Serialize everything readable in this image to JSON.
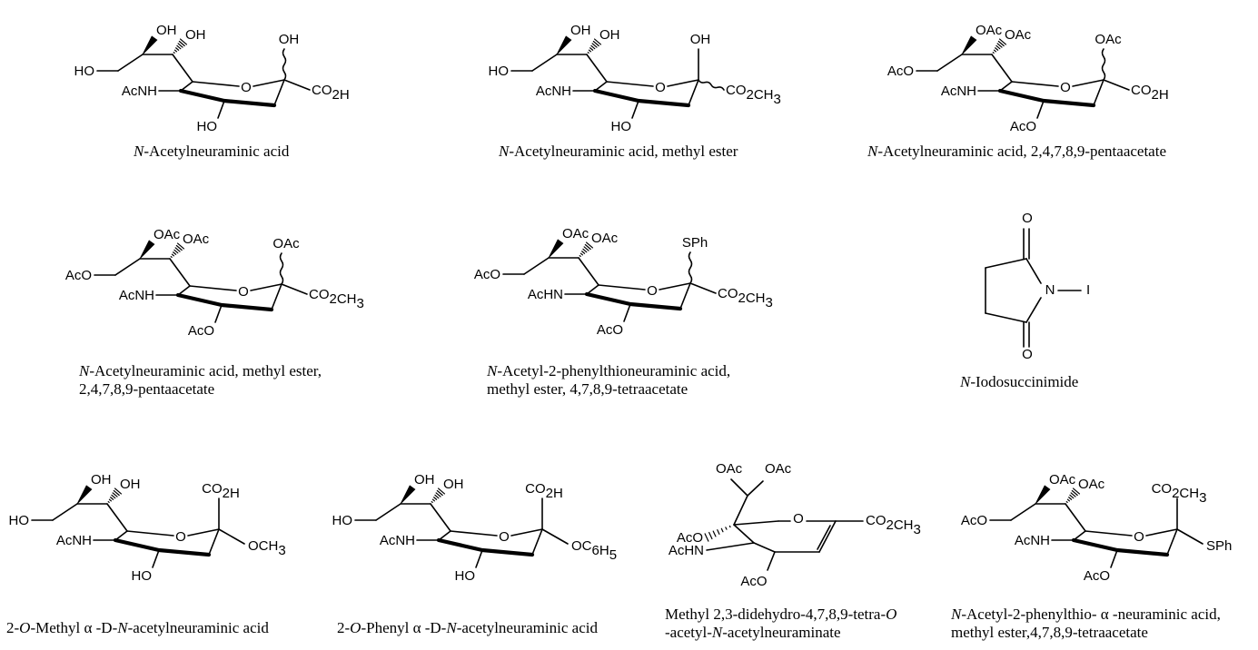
{
  "compounds": [
    {
      "caption_lines": [
        [
          "|N|",
          "-Acetylneuraminic acid"
        ]
      ],
      "labels": {
        "ho9": "HO",
        "oh8": "OH",
        "oh7": "OH",
        "oh2": "OH",
        "r2": "CO2H",
        "acnh": "AcNH",
        "ho4": "HO",
        "o": "O"
      }
    },
    {
      "caption_lines": [
        [
          "|N|",
          "-Acetylneuraminic acid, methyl ester"
        ]
      ],
      "labels": {
        "ho9": "HO",
        "oh8": "OH",
        "oh7": "OH",
        "oh2": "OH",
        "r2": "CO2CH3",
        "acnh": "AcNH",
        "ho4": "HO",
        "o": "O"
      }
    },
    {
      "caption_lines": [
        [
          "|N|",
          "-Acetylneuraminic acid, 2,4,7,8,9-pentaacetate"
        ]
      ],
      "labels": {
        "ho9": "AcO",
        "oh8": "OAc",
        "oh7": "OAc",
        "oh2": "OAc",
        "r2": "CO2H",
        "acnh": "AcNH",
        "ho4": "AcO",
        "o": "O"
      }
    },
    {
      "caption_lines": [
        [
          "|N|",
          "-Acetylneuraminic acid, methyl ester,"
        ],
        [
          "2,4,7,8,9-pentaacetate"
        ]
      ],
      "labels": {
        "ho9": "AcO",
        "oh8": "OAc",
        "oh7": "OAc",
        "oh2": "OAc",
        "r2": "CO2CH3",
        "acnh": "AcNH",
        "ho4": "AcO",
        "o": "O"
      }
    },
    {
      "caption_lines": [
        [
          "|N|",
          "-Acetyl-2-phenylthioneuraminic acid,"
        ],
        [
          "methyl ester, 4,7,8,9-tetraacetate"
        ]
      ],
      "labels": {
        "ho9": "AcO",
        "oh8": "OAc",
        "oh7": "OAc",
        "oh2": "SPh",
        "r2": "CO2CH3",
        "acnh": "AcHN",
        "ho4": "AcO",
        "o": "O"
      }
    },
    {
      "caption_lines": [
        [
          "|N|",
          "-Iodosuccinimide"
        ]
      ],
      "labels": {
        "o_top": "O",
        "o_bottom": "O",
        "n": "N",
        "i": "I"
      }
    },
    {
      "caption_lines": [
        [
          "2-",
          "|O|",
          "-Methyl  α -D-",
          "|N|",
          "-acetylneuraminic acid"
        ]
      ],
      "labels": {
        "ho9": "HO",
        "oh8": "OH",
        "oh7": "OH",
        "ax": "CO2H",
        "eq": "OCH3",
        "acnh": "AcNH",
        "ho4": "HO",
        "o": "O"
      }
    },
    {
      "caption_lines": [
        [
          "2-",
          "|O|",
          "-Phenyl  α -D-",
          "|N|",
          "-acetylneuraminic acid"
        ]
      ],
      "labels": {
        "ho9": "HO",
        "oh8": "OH",
        "oh7": "OH",
        "ax": "CO2H",
        "eq": "OC6H5",
        "acnh": "AcNH",
        "ho4": "HO",
        "o": "O"
      }
    },
    {
      "caption_lines": [
        [
          "Methyl 2,3-didehydro-4,7,8,9-tetra-",
          "|O|"
        ],
        [
          "-acetyl-",
          "|N|",
          "-acetylneuraminate"
        ]
      ],
      "labels": {
        "oac9": "OAc",
        "oac8": "OAc",
        "r2": "CO2CH3",
        "aco7": "AcO",
        "achn": "AcHN",
        "o": "O",
        "aco4": "AcO"
      }
    },
    {
      "caption_lines": [
        [
          "|N|",
          "-Acetyl-2-phenylthio- α -neuraminic acid,"
        ],
        [
          "methyl ester,4,7,8,9-tetraacetate"
        ]
      ],
      "labels": {
        "ho9": "AcO",
        "oh8": "OAc",
        "oh7": "OAc",
        "ax": "CO2CH3",
        "eq": "SPh",
        "acnh": "AcNH",
        "ho4": "AcO",
        "o": "O"
      }
    }
  ]
}
